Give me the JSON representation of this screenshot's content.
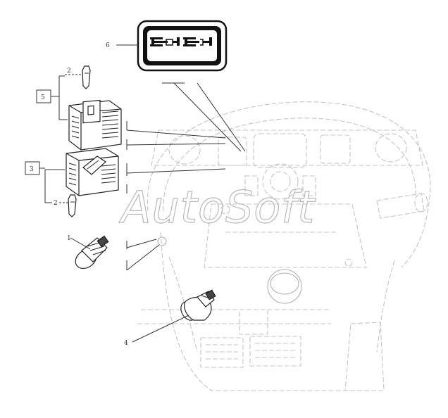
{
  "callouts": {
    "c1": "1",
    "c2a": "2",
    "c2b": "2",
    "c3": "3",
    "c4": "4",
    "c5": "5",
    "c6": "6"
  },
  "watermark": "AutoSoft",
  "colors": {
    "line": "#222222",
    "ghost": "#c4c4c4",
    "watermark": "#b9b9b9"
  }
}
